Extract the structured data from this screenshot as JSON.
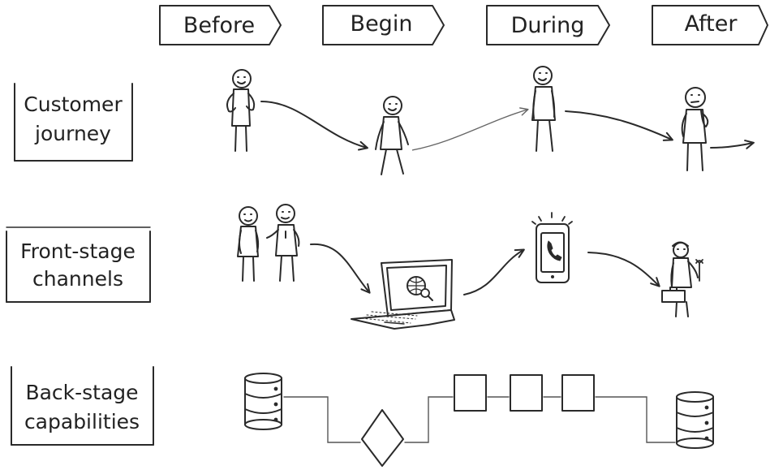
{
  "stages": [
    {
      "id": "before",
      "label": "Before"
    },
    {
      "id": "begin",
      "label": "Begin"
    },
    {
      "id": "during",
      "label": "During"
    },
    {
      "id": "after",
      "label": "After"
    }
  ],
  "rows": [
    {
      "id": "customer-journey",
      "lines": [
        "Customer",
        "journey"
      ]
    },
    {
      "id": "front-stage-channels",
      "lines": [
        "Front-stage",
        "channels"
      ]
    },
    {
      "id": "back-stage-capabilities",
      "lines": [
        "Back-stage",
        "capabilities"
      ]
    }
  ],
  "icons": {
    "journey": [
      "person-standing-icon",
      "person-walking-icon",
      "person-walking-icon",
      "person-thinking-icon"
    ],
    "channels": [
      "two-people-talking-icon",
      "laptop-browser-icon",
      "smartphone-call-icon",
      "technician-with-toolbox-icon"
    ],
    "capabilities": [
      "database-icon",
      "decision-diamond-icon",
      "process-box-icon",
      "database-icon"
    ]
  },
  "colors": {
    "ink": "#2a2a2a",
    "background": "#ffffff"
  }
}
